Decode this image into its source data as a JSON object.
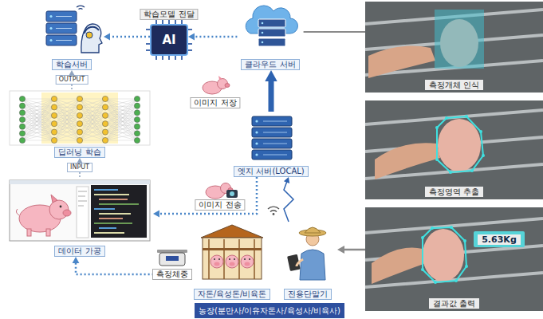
{
  "diagram": {
    "nodes": [
      {
        "text": [
          "학습서버"
        ]
      },
      {
        "text": [
          "AI"
        ]
      },
      {
        "text": [
          "클라우드 서버"
        ]
      },
      {
        "text": [
          "딥러닝 학습"
        ]
      },
      {
        "text": [
          "데이터 가공"
        ]
      },
      {
        "text": [
          "엣지 서버(LOCAL)"
        ]
      },
      {
        "text": [
          "자돈/육성돈/비육돈"
        ]
      },
      {
        "text": [
          "전용단말기"
        ]
      },
      {
        "text": [
          "농장(분만사/이유자돈사/육성사/비육사)"
        ]
      },
      {
        "text": [
          "측정개체 인식"
        ]
      },
      {
        "text": [
          "측정영역 추출"
        ]
      },
      {
        "text": [
          "결과값 출력"
        ]
      },
      {
        "text": [
          "5.63Kg"
        ],
        "in": 11
      }
    ],
    "edges": [
      {
        "from": 2,
        "to": 1,
        "arrow": "to"
      },
      {
        "from": 1,
        "to": 0,
        "arrow": "to"
      },
      {
        "from": 3,
        "to": 0,
        "label": "OUTPUT",
        "arrow": "to"
      },
      {
        "from": 4,
        "to": 3,
        "label": "INPUT",
        "arrow": "to"
      },
      {
        "from": 5,
        "to": 2,
        "label": "이미지 저장",
        "arrow": "to"
      },
      {
        "from": 5,
        "to": 4,
        "label": "이미지 전송",
        "arrow": "to"
      },
      {
        "from": 6,
        "to": 4,
        "label": "측정체중",
        "arrow": "to"
      },
      {
        "from": 7,
        "to": 5,
        "arrow": "to"
      },
      {
        "from": 2,
        "to": 9,
        "arrow": "none"
      },
      {
        "from": 11,
        "to": 7,
        "arrow": "to"
      }
    ],
    "labels": [
      "학습모델 전달"
    ]
  }
}
